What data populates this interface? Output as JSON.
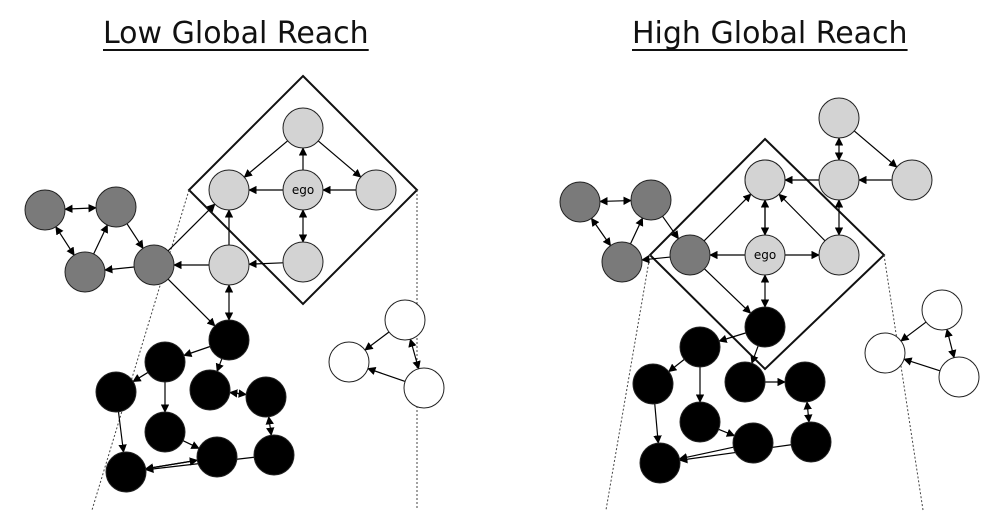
{
  "panels": [
    {
      "title": "Low Global Reach",
      "ego_label": "ego",
      "palette": {
        "dark": "#7a7a7a",
        "light": "#d3d3d3",
        "black": "#000000",
        "white": "#ffffff",
        "stroke": "#222222"
      },
      "nodes": [
        {
          "id": "ego",
          "group": "light",
          "label": true
        },
        {
          "id": "l_top",
          "group": "light"
        },
        {
          "id": "l_left",
          "group": "light"
        },
        {
          "id": "l_right",
          "group": "light"
        },
        {
          "id": "l_bottom",
          "group": "light"
        },
        {
          "id": "l_lowleft",
          "group": "light"
        },
        {
          "id": "g_topleft",
          "group": "dark"
        },
        {
          "id": "g_topright",
          "group": "dark"
        },
        {
          "id": "g_bottomleft",
          "group": "dark"
        },
        {
          "id": "g_hub",
          "group": "dark"
        },
        {
          "id": "b_top",
          "group": "black"
        },
        {
          "id": "b_1",
          "group": "black"
        },
        {
          "id": "b_2",
          "group": "black"
        },
        {
          "id": "b_3",
          "group": "black"
        },
        {
          "id": "b_4",
          "group": "black"
        },
        {
          "id": "b_5",
          "group": "black"
        },
        {
          "id": "b_6",
          "group": "black"
        },
        {
          "id": "b_7",
          "group": "black"
        },
        {
          "id": "b_8",
          "group": "black"
        },
        {
          "id": "w_top",
          "group": "white"
        },
        {
          "id": "w_left",
          "group": "white"
        },
        {
          "id": "w_right",
          "group": "white"
        }
      ],
      "edges": [
        {
          "from": "l_right",
          "to": "ego"
        },
        {
          "from": "ego",
          "to": "l_left"
        },
        {
          "from": "ego",
          "to": "l_top"
        },
        {
          "from": "ego",
          "to": "l_bottom",
          "both": true
        },
        {
          "from": "l_top",
          "to": "l_right"
        },
        {
          "from": "l_top",
          "to": "l_left"
        },
        {
          "from": "l_bottom",
          "to": "l_lowleft"
        },
        {
          "from": "l_lowleft",
          "to": "l_left"
        },
        {
          "from": "g_topleft",
          "to": "g_topright",
          "both": true
        },
        {
          "from": "g_topleft",
          "to": "g_bottomleft",
          "both": true
        },
        {
          "from": "g_bottomleft",
          "to": "g_topright"
        },
        {
          "from": "g_topright",
          "to": "g_hub"
        },
        {
          "from": "g_hub",
          "to": "g_bottomleft"
        },
        {
          "from": "g_hub",
          "to": "l_left"
        },
        {
          "from": "l_lowleft",
          "to": "g_hub"
        },
        {
          "from": "g_hub",
          "to": "b_top"
        },
        {
          "from": "l_lowleft",
          "to": "b_top",
          "both": true
        },
        {
          "from": "b_top",
          "to": "b_1"
        },
        {
          "from": "b_top",
          "to": "b_4"
        },
        {
          "from": "b_1",
          "to": "b_3"
        },
        {
          "from": "b_1",
          "to": "b_2"
        },
        {
          "from": "b_4",
          "to": "b_5"
        },
        {
          "from": "b_5",
          "to": "b_4"
        },
        {
          "from": "b_3",
          "to": "b_6"
        },
        {
          "from": "b_6",
          "to": "b_7"
        },
        {
          "from": "b_5",
          "to": "b_8",
          "both": true
        },
        {
          "from": "b_8",
          "to": "b_7"
        },
        {
          "from": "b_2",
          "to": "b_7"
        },
        {
          "from": "b_7",
          "to": "b_6"
        },
        {
          "from": "w_top",
          "to": "w_left"
        },
        {
          "from": "w_top",
          "to": "w_right",
          "both": true
        },
        {
          "from": "w_right",
          "to": "w_left"
        }
      ]
    },
    {
      "title": "High Global Reach",
      "ego_label": "ego",
      "palette": {
        "dark": "#7a7a7a",
        "light": "#d3d3d3",
        "black": "#000000",
        "white": "#ffffff",
        "stroke": "#222222"
      },
      "nodes": [
        {
          "id": "ego",
          "group": "light",
          "label": true
        },
        {
          "id": "l_top",
          "group": "light"
        },
        {
          "id": "l_mid",
          "group": "light"
        },
        {
          "id": "l_right",
          "group": "light"
        },
        {
          "id": "l_upper",
          "group": "light"
        },
        {
          "id": "l_far",
          "group": "light"
        },
        {
          "id": "l_lowright",
          "group": "light"
        },
        {
          "id": "g_topleft",
          "group": "dark"
        },
        {
          "id": "g_topright",
          "group": "dark"
        },
        {
          "id": "g_bottomleft",
          "group": "dark"
        },
        {
          "id": "g_hub",
          "group": "dark"
        },
        {
          "id": "b_top",
          "group": "black"
        },
        {
          "id": "b_1",
          "group": "black"
        },
        {
          "id": "b_2",
          "group": "black"
        },
        {
          "id": "b_3",
          "group": "black"
        },
        {
          "id": "b_4",
          "group": "black"
        },
        {
          "id": "b_5",
          "group": "black"
        },
        {
          "id": "b_6",
          "group": "black"
        },
        {
          "id": "b_7",
          "group": "black"
        },
        {
          "id": "b_8",
          "group": "black"
        },
        {
          "id": "w_top",
          "group": "white"
        },
        {
          "id": "w_left",
          "group": "white"
        },
        {
          "id": "w_right",
          "group": "white"
        }
      ],
      "edges": [
        {
          "from": "ego",
          "to": "l_top"
        },
        {
          "from": "ego",
          "to": "l_lowright"
        },
        {
          "from": "l_right",
          "to": "l_top"
        },
        {
          "from": "l_top",
          "to": "ego"
        },
        {
          "from": "l_right",
          "to": "l_upper",
          "both": true
        },
        {
          "from": "l_upper",
          "to": "l_far"
        },
        {
          "from": "l_far",
          "to": "l_right"
        },
        {
          "from": "l_right",
          "to": "l_lowright",
          "both": true
        },
        {
          "from": "l_lowright",
          "to": "l_top"
        },
        {
          "from": "g_topleft",
          "to": "g_topright",
          "both": true
        },
        {
          "from": "g_topleft",
          "to": "g_bottomleft",
          "both": true
        },
        {
          "from": "g_bottomleft",
          "to": "g_topright"
        },
        {
          "from": "g_topright",
          "to": "g_hub"
        },
        {
          "from": "g_hub",
          "to": "g_bottomleft"
        },
        {
          "from": "g_hub",
          "to": "l_top"
        },
        {
          "from": "ego",
          "to": "g_hub"
        },
        {
          "from": "g_hub",
          "to": "b_top"
        },
        {
          "from": "ego",
          "to": "b_top",
          "both": true
        },
        {
          "from": "b_top",
          "to": "b_1"
        },
        {
          "from": "b_top",
          "to": "b_4"
        },
        {
          "from": "b_1",
          "to": "b_3"
        },
        {
          "from": "b_1",
          "to": "b_2"
        },
        {
          "from": "b_4",
          "to": "b_5"
        },
        {
          "from": "b_3",
          "to": "b_6"
        },
        {
          "from": "b_6",
          "to": "b_7"
        },
        {
          "from": "b_5",
          "to": "b_8",
          "both": true
        },
        {
          "from": "b_8",
          "to": "b_7"
        },
        {
          "from": "b_2",
          "to": "b_7"
        },
        {
          "from": "w_top",
          "to": "w_left"
        },
        {
          "from": "w_top",
          "to": "w_right",
          "both": true
        },
        {
          "from": "w_right",
          "to": "w_left"
        }
      ]
    }
  ]
}
